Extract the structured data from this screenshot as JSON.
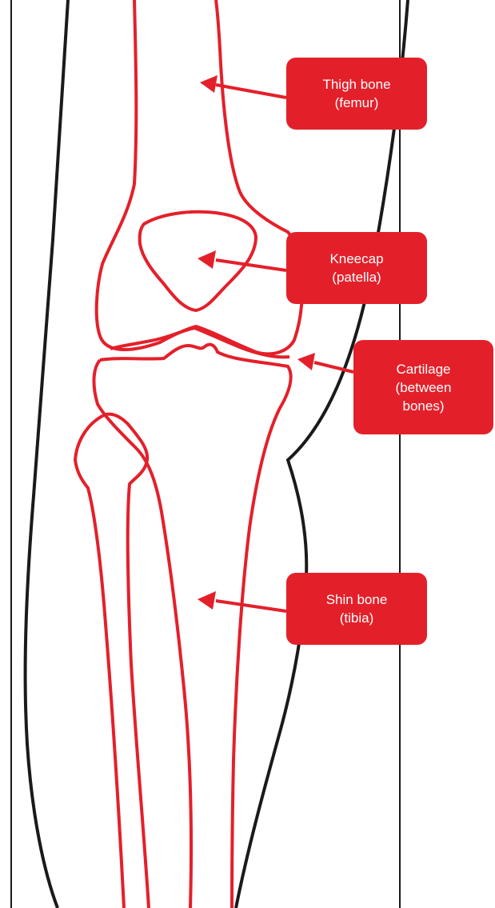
{
  "colors": {
    "bone_outline": "#e3202a",
    "leg_outline": "#1a1a1a",
    "label_background": "#e3202a",
    "label_text": "#ffffff"
  },
  "labels": {
    "femur": {
      "line1": "Thigh bone",
      "line2": "(femur)"
    },
    "patella": {
      "line1": "Kneecap",
      "line2": "(patella)"
    },
    "cartilage": {
      "line1": "Cartilage",
      "line2": "(between",
      "line3": "bones)"
    },
    "tibia": {
      "line1": "Shin bone",
      "line2": "(tibia)"
    }
  }
}
